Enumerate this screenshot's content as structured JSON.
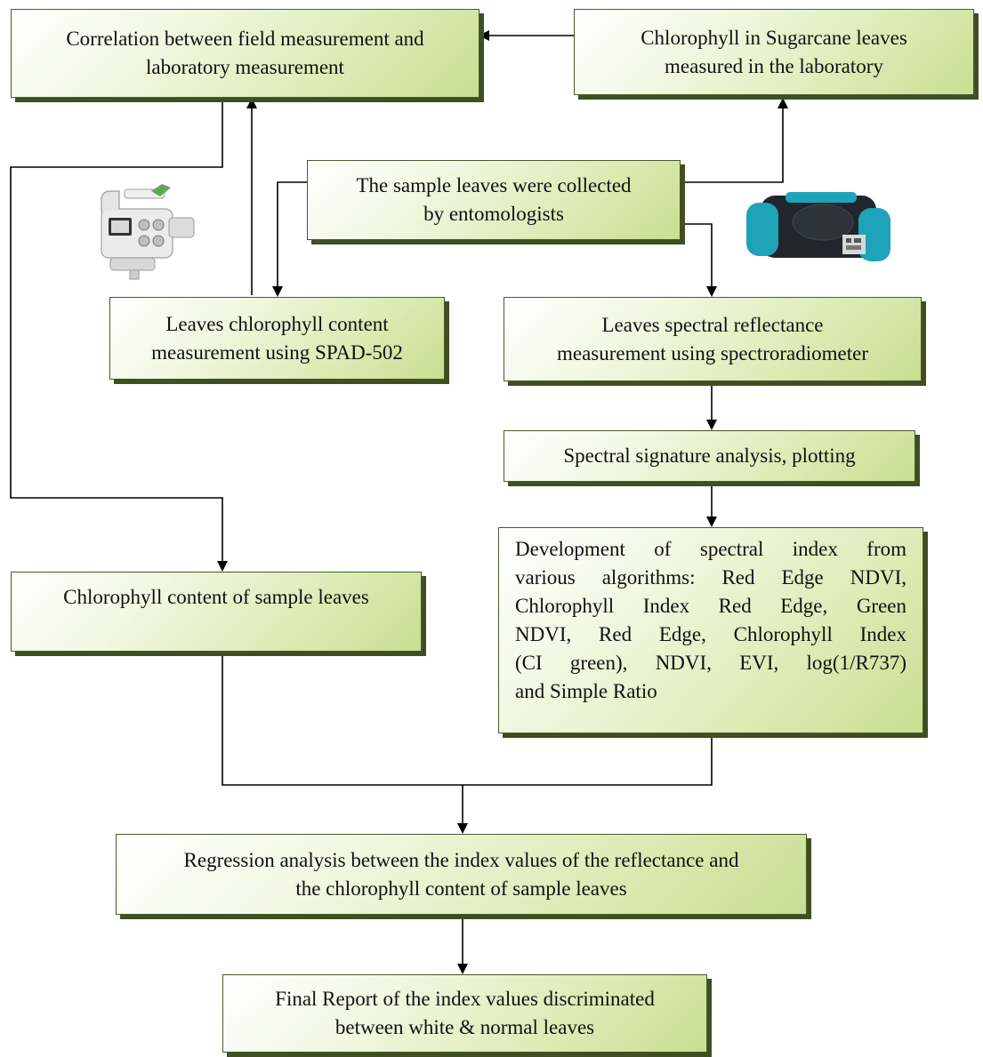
{
  "diagram": {
    "nodes": {
      "correlation": {
        "lines": [
          "Correlation between field measurement and",
          "laboratory measurement"
        ]
      },
      "lab_chlorophyll": {
        "lines": [
          "Chlorophyll in Sugarcane leaves",
          "measured in the laboratory"
        ]
      },
      "sample_collection": {
        "lines": [
          "The sample leaves were collected",
          "by entomologists"
        ]
      },
      "spad_measurement": {
        "lines": [
          "Leaves chlorophyll content",
          "measurement using SPAD-502"
        ]
      },
      "spectral_measurement": {
        "lines": [
          "Leaves spectral reflectance",
          "measurement using spectroradiometer"
        ]
      },
      "signature_analysis": {
        "lines": [
          "Spectral signature analysis, plotting"
        ]
      },
      "index_development": {
        "lines": [
          "Development of spectral index from",
          "various algorithms:  Red Edge NDVI,",
          "Chlorophyll Index Red Edge, Green",
          "NDVI, Red Edge, Chlorophyll Index",
          " (CI green), NDVI, EVI, log(1/R737)",
          "and Simple Ratio"
        ]
      },
      "chlorophyll_content": {
        "lines": [
          "Chlorophyll content of sample leaves"
        ]
      },
      "regression": {
        "lines": [
          "Regression analysis between the index values of the reflectance and",
          "the chlorophyll content of sample leaves"
        ]
      },
      "final_report": {
        "lines": [
          "Final Report of the index values discriminated",
          "between white & normal leaves"
        ]
      }
    },
    "colors": {
      "box_light": "#f3f8e4",
      "box_dark": "#c8de92",
      "box_shadow": "#3f4f22",
      "connector": "#000000",
      "spectro_teal": "#1fa3b8",
      "spectro_body": "#20262b"
    },
    "icons": [
      "spad-502-meter-icon",
      "spectroradiometer-icon"
    ]
  }
}
